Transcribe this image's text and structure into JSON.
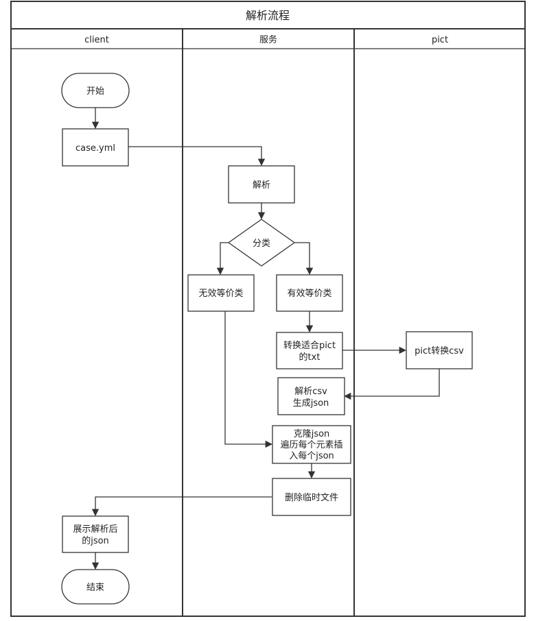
{
  "title": "解析流程",
  "lanes": [
    {
      "id": "client",
      "label": "client"
    },
    {
      "id": "service",
      "label": "服务"
    },
    {
      "id": "pict",
      "label": "pict"
    }
  ],
  "nodes": {
    "start": {
      "lines": [
        "开始"
      ]
    },
    "case_yml": {
      "lines": [
        "case.yml"
      ]
    },
    "parse": {
      "lines": [
        "解析"
      ]
    },
    "classify": {
      "lines": [
        "分类"
      ]
    },
    "invalid_class": {
      "lines": [
        "无效等价类"
      ]
    },
    "valid_class": {
      "lines": [
        "有效等价类"
      ]
    },
    "convert_txt": {
      "lines": [
        "转换适合pict",
        "的txt"
      ]
    },
    "pict_csv": {
      "lines": [
        "pict转换csv"
      ]
    },
    "parse_csv": {
      "lines": [
        "解析csv",
        "生成json"
      ]
    },
    "clone_json": {
      "lines": [
        "克隆json",
        "遍历每个元素插",
        "入每个json"
      ]
    },
    "delete_temp": {
      "lines": [
        "删除临时文件"
      ]
    },
    "show_json": {
      "lines": [
        "展示解析后",
        "的json"
      ]
    },
    "end": {
      "lines": [
        "结束"
      ]
    }
  },
  "edges": [
    {
      "from": "start",
      "to": "case_yml"
    },
    {
      "from": "case_yml",
      "to": "parse"
    },
    {
      "from": "parse",
      "to": "classify"
    },
    {
      "from": "classify",
      "to": "invalid_class"
    },
    {
      "from": "classify",
      "to": "valid_class"
    },
    {
      "from": "valid_class",
      "to": "convert_txt"
    },
    {
      "from": "convert_txt",
      "to": "pict_csv"
    },
    {
      "from": "pict_csv",
      "to": "parse_csv"
    },
    {
      "from": "invalid_class",
      "to": "clone_json"
    },
    {
      "from": "clone_json",
      "to": "delete_temp"
    },
    {
      "from": "delete_temp",
      "to": "show_json"
    },
    {
      "from": "show_json",
      "to": "end"
    }
  ],
  "colors": {
    "line": "#333333",
    "fill": "#ffffff",
    "text": "#222222"
  }
}
